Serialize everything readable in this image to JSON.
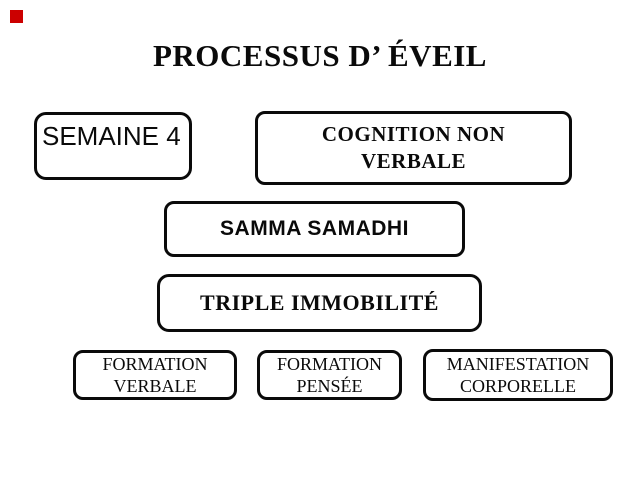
{
  "slide": {
    "title": "PROCESSUS D’ ÉVEIL",
    "marker": {
      "name": "red-square-marker",
      "color": "#cc0000"
    },
    "boxes": [
      {
        "id": "semaine",
        "label": "SEMAINE 4"
      },
      {
        "id": "cognition",
        "label": "COGNITION NON VERBALE"
      },
      {
        "id": "samadhi",
        "label": "SAMMA SAMADHI"
      },
      {
        "id": "immobilite",
        "label": "TRIPLE IMMOBILITÉ"
      },
      {
        "id": "formation-verbale",
        "label": "FORMATION VERBALE"
      },
      {
        "id": "formation-pensee",
        "label": "FORMATION PENSÉE"
      },
      {
        "id": "manifestation",
        "label": "MANIFESTATION CORPORELLE"
      }
    ],
    "colors": {
      "background": "#ffffff",
      "border": "#0a0a0a",
      "text": "#0a0a0a"
    }
  }
}
